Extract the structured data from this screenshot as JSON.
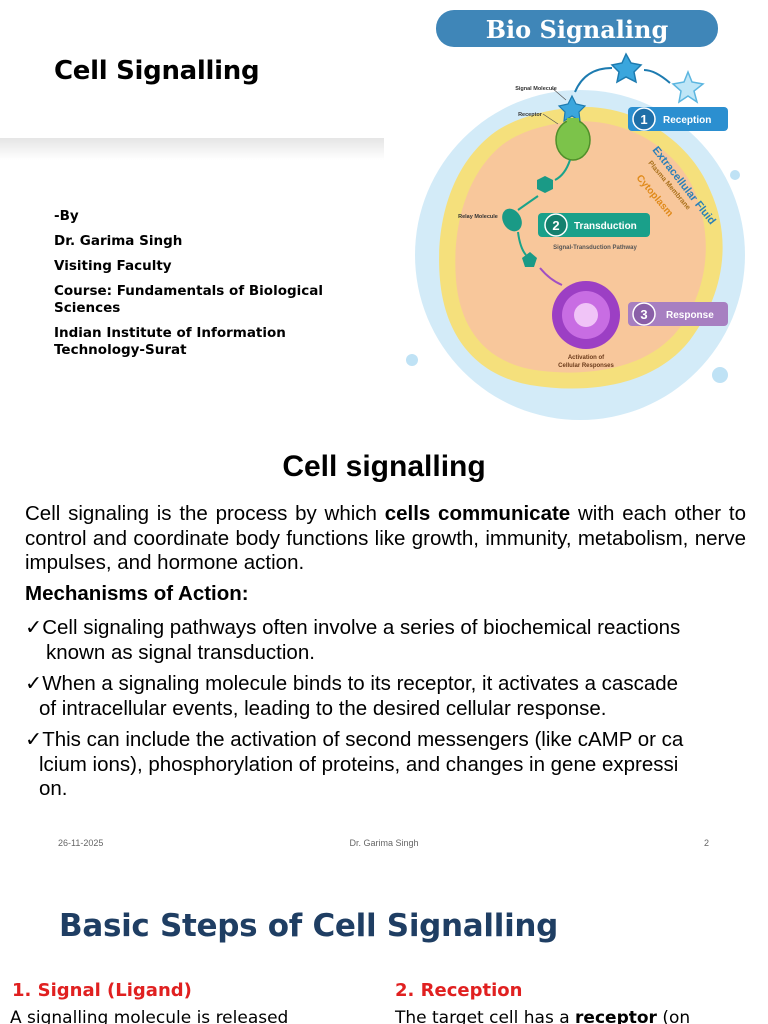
{
  "slide1": {
    "title": "Cell Signalling",
    "by": "-By",
    "author": "Dr. Garima Singh",
    "role": "Visiting Faculty",
    "course": "Course: Fundamentals of Biological Sciences",
    "institute": "Indian Institute of Information Technology-Surat",
    "diagram": {
      "title": "Bio Signaling",
      "signal_molecule": "Signal Molecule",
      "receptor": "Receptor",
      "relay_molecule": "Relay Molecule",
      "extracellular": "Extracellular Fluid",
      "plasma_membrane": "Plasma Membrane",
      "cytoplasm": "Cytoplasm",
      "step1_num": "1",
      "step1": "Reception",
      "step2_num": "2",
      "step2": "Transduction",
      "pathway": "Signal-Transduction Pathway",
      "step3_num": "3",
      "step3": "Response",
      "activation_line1": "Activation of",
      "activation_line2": "Cellular Responses",
      "colors": {
        "banner": "#3f86b8",
        "badge": "#2b8fd0",
        "badge3": "#a77fc1",
        "cell": "#f7c99b",
        "membrane": "#f4e27a",
        "fluid": "#cfe9f7"
      }
    }
  },
  "slide2": {
    "title": "Cell signalling",
    "intro_pre": "Cell signaling is the process by which ",
    "intro_bold": "cells communicate",
    "intro_post": " with each other to control and coordinate body functions like growth, immunity, metabolism, nerve impulses, and hormone action.",
    "mechanisms_heading": "Mechanisms of Action:",
    "check": "✓",
    "bullets": [
      {
        "line1": "Cell signaling pathways often involve a series of biochemical reactions",
        "line2": "known as signal transduction."
      },
      {
        "line1": "When a signaling molecule binds to its receptor, it activates a cascade",
        "line2": "of intracellular events, leading to the desired cellular response."
      },
      {
        "line1": "This can include the activation of second messengers (like cAMP or ca",
        "line2": "lcium ions), phosphorylation of proteins, and changes in gene expressi",
        "line3": "on."
      }
    ],
    "footer": {
      "date": "26-11-2025",
      "author": "Dr. Garima Singh",
      "page": "2"
    }
  },
  "slide3": {
    "title": "Basic Steps of Cell Signalling",
    "step1_heading": "1.   Signal (Ligand)",
    "step1_text": "A signalling molecule is released",
    "step2_heading": "2. Reception",
    "step2_text_pre": "The target cell has a ",
    "step2_text_bold": "receptor",
    "step2_text_post": " (on"
  }
}
